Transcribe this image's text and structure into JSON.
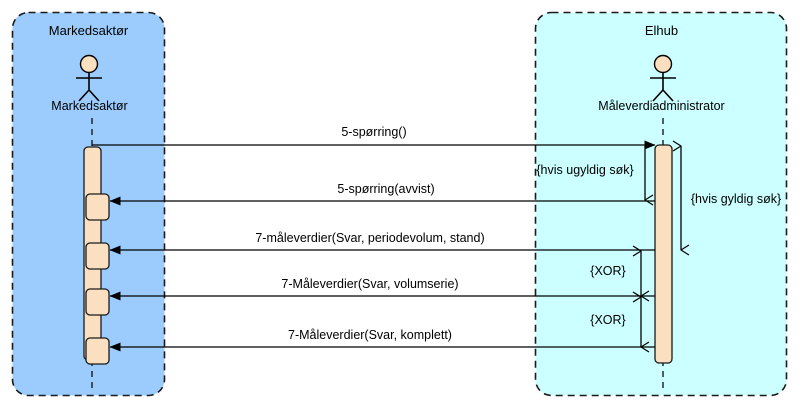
{
  "diagram": {
    "type": "uml-sequence-diagram",
    "background": "#FFFFFF"
  },
  "panels": [
    {
      "id": "markedsaktor",
      "title": "Markedsaktør",
      "fill": "#9BCCFD",
      "stroke": "#1A1A1A",
      "actor": {
        "name": "Markedsaktør",
        "icon": "actor-stick-figure",
        "head_fill": "#FAE0BE"
      }
    },
    {
      "id": "elhub",
      "title": "Elhub",
      "fill": "#CCFFFF",
      "stroke": "#1A1A1A",
      "actor": {
        "name": "Måleverdiadministrator",
        "icon": "actor-stick-figure",
        "head_fill": "#FAE0BE"
      }
    }
  ],
  "activation_color": "#FADFC0",
  "messages": [
    {
      "id": "m1",
      "label": "5-spørring()",
      "direction": "left-to-right",
      "from": "markedsaktor",
      "to": "elhub"
    },
    {
      "id": "m2",
      "label": "5-spørring(avvist)",
      "direction": "right-to-left",
      "from": "elhub",
      "to": "markedsaktor"
    },
    {
      "id": "m3",
      "label": "7-måleverdier(Svar, periodevolum, stand)",
      "direction": "right-to-left",
      "from": "elhub",
      "to": "markedsaktor"
    },
    {
      "id": "m4",
      "label": "7-Måleverdier(Svar, volumserie)",
      "direction": "right-to-left",
      "from": "elhub",
      "to": "markedsaktor"
    },
    {
      "id": "m5",
      "label": "7-Måleverdier(Svar, komplett)",
      "direction": "right-to-left",
      "from": "elhub",
      "to": "markedsaktor"
    }
  ],
  "guards": [
    {
      "id": "g1",
      "label": "{hvis ugyldig søk}"
    },
    {
      "id": "g2",
      "label": "{hvis gyldig søk}"
    },
    {
      "id": "g3",
      "label": "{XOR}"
    },
    {
      "id": "g4",
      "label": "{XOR}"
    }
  ]
}
